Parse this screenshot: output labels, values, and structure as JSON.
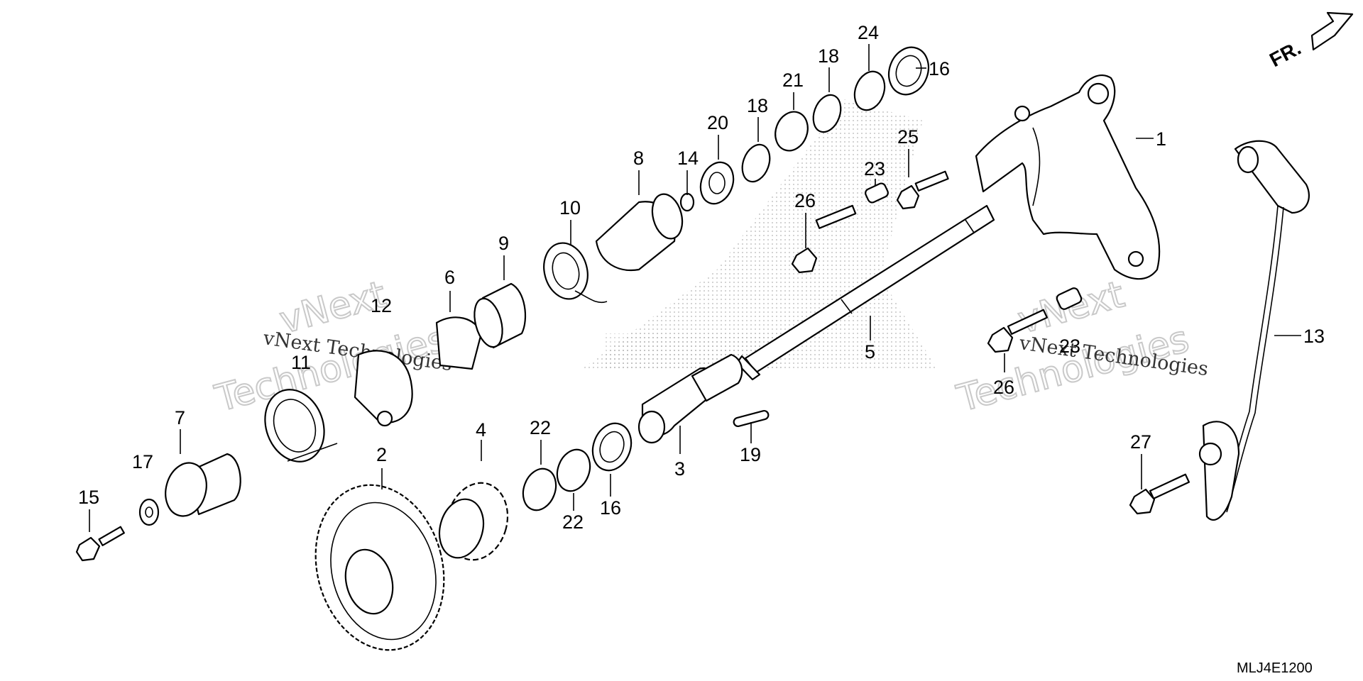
{
  "diagram": {
    "drawing_code": "MLJ4E1200",
    "direction_label": "FR.",
    "watermark": {
      "brand": "vNext",
      "word": "Technologies",
      "line": "vNext Technologies"
    },
    "callouts": [
      {
        "id": "1",
        "label": "1"
      },
      {
        "id": "2",
        "label": "2"
      },
      {
        "id": "3",
        "label": "3"
      },
      {
        "id": "4",
        "label": "4"
      },
      {
        "id": "5",
        "label": "5"
      },
      {
        "id": "6",
        "label": "6"
      },
      {
        "id": "7",
        "label": "7"
      },
      {
        "id": "8",
        "label": "8"
      },
      {
        "id": "9",
        "label": "9"
      },
      {
        "id": "10",
        "label": "10"
      },
      {
        "id": "11",
        "label": "11"
      },
      {
        "id": "12",
        "label": "12"
      },
      {
        "id": "13",
        "label": "13"
      },
      {
        "id": "14",
        "label": "14"
      },
      {
        "id": "15",
        "label": "15"
      },
      {
        "id": "16a",
        "label": "16"
      },
      {
        "id": "16b",
        "label": "16"
      },
      {
        "id": "17",
        "label": "17"
      },
      {
        "id": "18a",
        "label": "18"
      },
      {
        "id": "18b",
        "label": "18"
      },
      {
        "id": "19",
        "label": "19"
      },
      {
        "id": "20",
        "label": "20"
      },
      {
        "id": "21",
        "label": "21"
      },
      {
        "id": "22a",
        "label": "22"
      },
      {
        "id": "22b",
        "label": "22"
      },
      {
        "id": "23a",
        "label": "23"
      },
      {
        "id": "23b",
        "label": "23"
      },
      {
        "id": "24",
        "label": "24"
      },
      {
        "id": "25",
        "label": "25"
      },
      {
        "id": "26a",
        "label": "26"
      },
      {
        "id": "26b",
        "label": "26"
      },
      {
        "id": "27",
        "label": "27"
      }
    ]
  }
}
